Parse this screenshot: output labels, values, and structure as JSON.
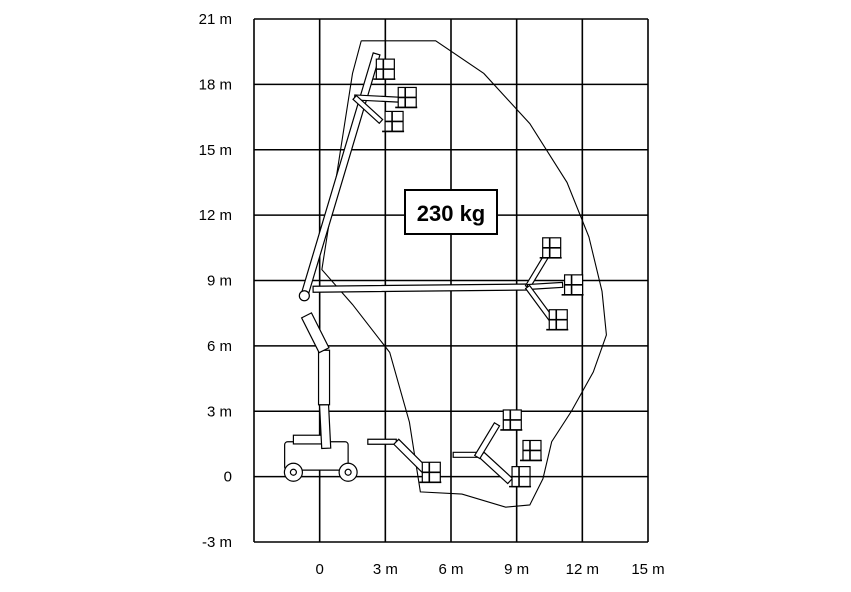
{
  "chart_data": {
    "type": "diagram",
    "x_ticks": [
      "0",
      "3 m",
      "6 m",
      "9 m",
      "12 m",
      "15 m"
    ],
    "x_values": [
      0,
      3,
      6,
      9,
      12,
      15
    ],
    "y_ticks": [
      "21 m",
      "18 m",
      "15 m",
      "12 m",
      "9 m",
      "6 m",
      "3 m",
      "0",
      "-3 m"
    ],
    "y_values": [
      21,
      18,
      15,
      12,
      9,
      6,
      3,
      0,
      -3
    ],
    "xlim": [
      -3,
      15
    ],
    "ylim": [
      -3,
      21
    ],
    "grid": true,
    "load_label": "230 kg",
    "envelope": [
      [
        1.9,
        20
      ],
      [
        5.3,
        20
      ],
      [
        7.5,
        18.5
      ],
      [
        9.6,
        16.2
      ],
      [
        11.3,
        13.5
      ],
      [
        12.3,
        11
      ],
      [
        12.9,
        8.5
      ],
      [
        13.1,
        6.5
      ],
      [
        12.5,
        4.8
      ],
      [
        11.5,
        3
      ],
      [
        10.6,
        1.6
      ],
      [
        10.2,
        -0.1
      ],
      [
        9.6,
        -1.3
      ],
      [
        8.5,
        -1.4
      ],
      [
        6.5,
        -0.8
      ],
      [
        4.6,
        -0.7
      ],
      [
        4.1,
        2.5
      ],
      [
        3.2,
        5.7
      ],
      [
        1.5,
        7.9
      ],
      [
        0.1,
        9.5
      ],
      [
        1.5,
        18.5
      ],
      [
        1.9,
        20
      ]
    ],
    "platforms": [
      [
        3,
        18.7
      ],
      [
        4,
        17.4
      ],
      [
        3.4,
        16.3
      ],
      [
        10.6,
        10.5
      ],
      [
        11.6,
        8.8
      ],
      [
        10.9,
        7.2
      ],
      [
        8.8,
        2.6
      ],
      [
        9.7,
        1.2
      ],
      [
        9.2,
        0
      ],
      [
        5.1,
        0.2
      ]
    ]
  }
}
